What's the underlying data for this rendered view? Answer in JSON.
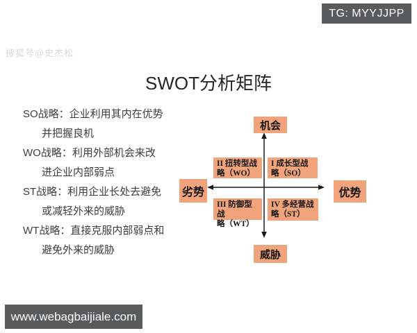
{
  "badge": {
    "text": "TG: MYYJJPP"
  },
  "watermark": {
    "text": "搜狐号@史杰松"
  },
  "title": "SWOT分析矩阵",
  "strategies": [
    {
      "line1": "SO战略：企业利用其内在优势",
      "line2": "并把握良机"
    },
    {
      "line1": "WO战略：利用外部机会来改",
      "line2": "进企业内部弱点"
    },
    {
      "line1": "ST战略：利用企业长处去避免",
      "line2": "或减轻外来的威胁"
    },
    {
      "line1": "WT战略：直接克服内部弱点和",
      "line2": "避免外来的威胁"
    }
  ],
  "matrix": {
    "axes": {
      "top": "机会",
      "bottom": "威胁",
      "left": "劣势",
      "right": "优势"
    },
    "quadrants": [
      {
        "line1": "II 扭转型战",
        "line2": "略（WO）"
      },
      {
        "line1": "I 成长型战",
        "line2": "略（SO）"
      },
      {
        "line1": "III 防御型战",
        "line2": "略（WT）"
      },
      {
        "line1": "IV 多经营战",
        "line2": "略（ST）"
      }
    ]
  },
  "footer": {
    "url": "www.webagbaijiale.com"
  },
  "colors": {
    "box_orange": "#f1a47b",
    "badge_gray": "#595a5c",
    "axis_black": "#1a1a1a",
    "text_dark": "#3d3d3d",
    "watermark_gray": "#dadada"
  }
}
